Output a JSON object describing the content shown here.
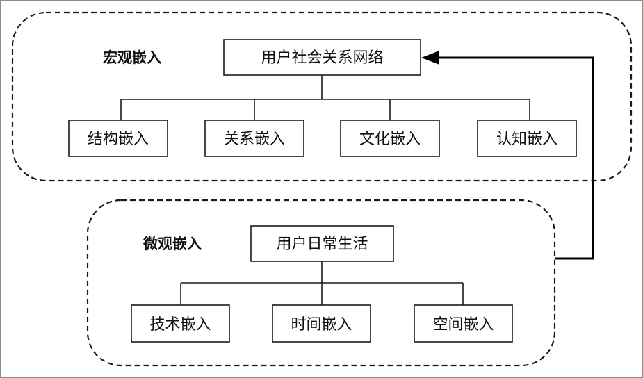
{
  "macro": {
    "label": "宏观嵌入",
    "root": "用户社会关系网络",
    "children": [
      "结构嵌入",
      "关系嵌入",
      "文化嵌入",
      "认知嵌入"
    ]
  },
  "micro": {
    "label": "微观嵌入",
    "root": "用户日常生活",
    "children": [
      "技术嵌入",
      "时间嵌入",
      "空间嵌入"
    ]
  },
  "colors": {
    "line": "#1a1a1a",
    "border": "#8c8c8c",
    "background": "#ffffff"
  }
}
